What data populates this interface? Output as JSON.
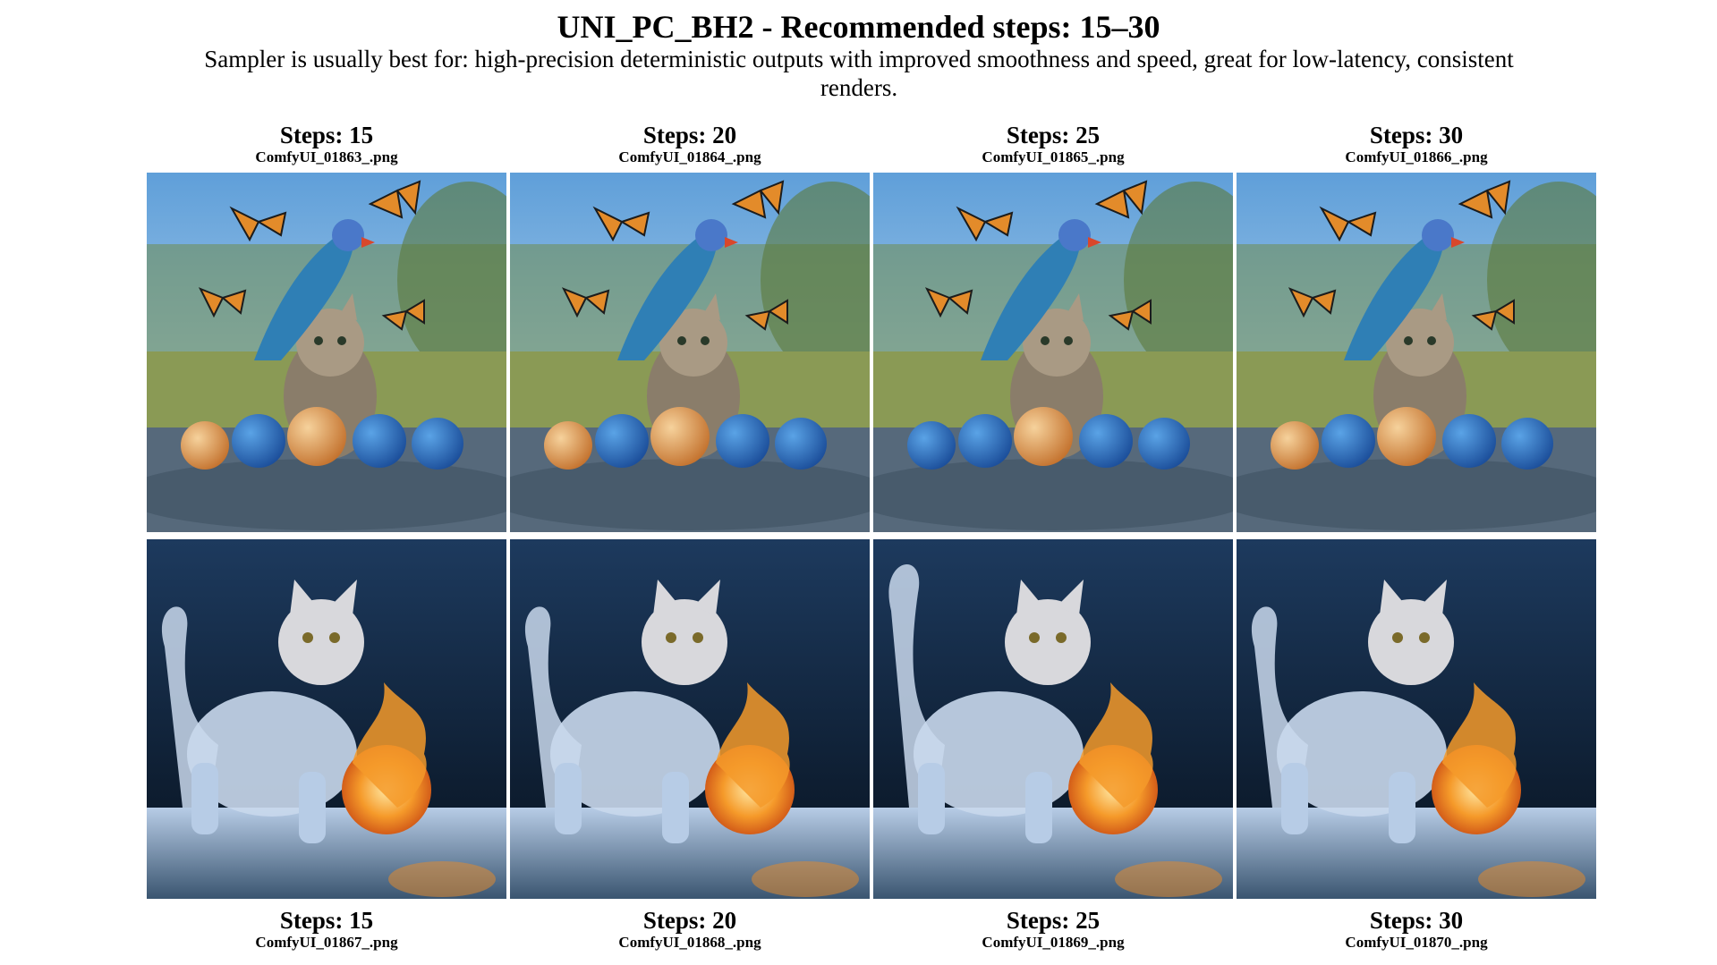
{
  "header": {
    "title": "UNI_PC_BH2 - Recommended steps: 15–30",
    "subtitle": "Sampler is usually best for: high-precision deterministic outputs with improved smoothness and speed, great for low-latency, consistent renders."
  },
  "row1": [
    {
      "steps": "Steps: 15",
      "file": "ComfyUI_01863_.png"
    },
    {
      "steps": "Steps: 20",
      "file": "ComfyUI_01864_.png"
    },
    {
      "steps": "Steps: 25",
      "file": "ComfyUI_01865_.png"
    },
    {
      "steps": "Steps: 30",
      "file": "ComfyUI_01866_.png"
    }
  ],
  "row2": [
    {
      "steps": "Steps: 15",
      "file": "ComfyUI_01867_.png"
    },
    {
      "steps": "Steps: 20",
      "file": "ComfyUI_01868_.png"
    },
    {
      "steps": "Steps: 25",
      "file": "ComfyUI_01869_.png"
    },
    {
      "steps": "Steps: 30",
      "file": "ComfyUI_01870_.png"
    }
  ],
  "colors": {
    "sky": "#7fb4e3",
    "grass": "#7d8d4c",
    "water": "#5c7389",
    "night": "#0d1b2e",
    "ice": "#c9d8ec",
    "fire": "#f59a2a"
  }
}
